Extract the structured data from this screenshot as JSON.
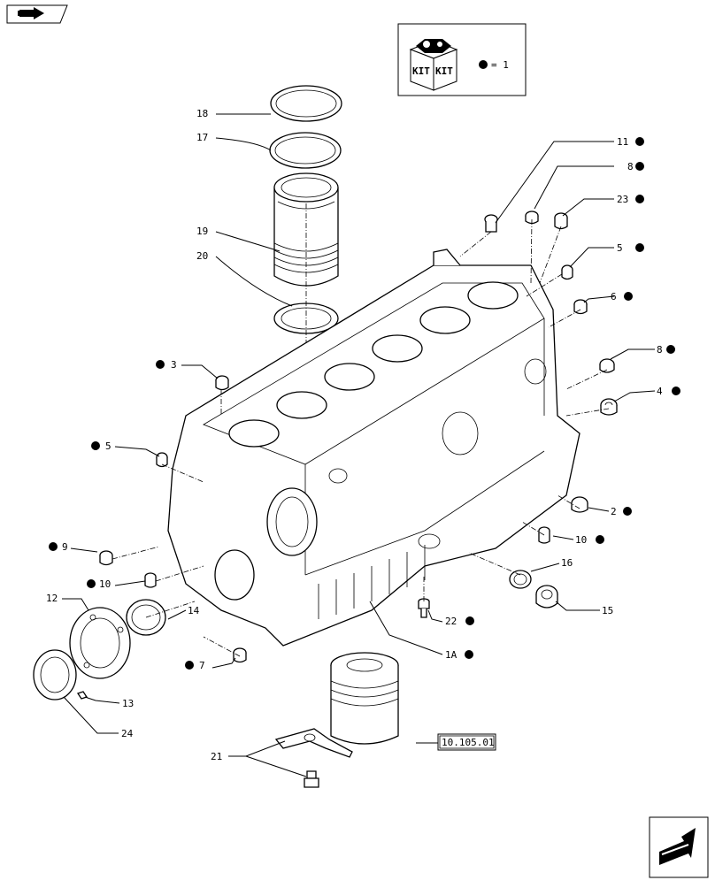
{
  "kit_legend": {
    "kit_label_left": "KIT",
    "kit_label_right": "KIT",
    "equals_text": "= 1"
  },
  "reference_box": "10.105.01",
  "callouts": [
    {
      "id": "18",
      "label": "18",
      "kit": false
    },
    {
      "id": "17",
      "label": "17",
      "kit": false
    },
    {
      "id": "19",
      "label": "19",
      "kit": false
    },
    {
      "id": "20",
      "label": "20",
      "kit": false
    },
    {
      "id": "11",
      "label": "11",
      "kit": true
    },
    {
      "id": "8a",
      "label": "8",
      "kit": true
    },
    {
      "id": "23",
      "label": "23",
      "kit": true
    },
    {
      "id": "5a",
      "label": "5",
      "kit": true
    },
    {
      "id": "6",
      "label": "6",
      "kit": true
    },
    {
      "id": "8b",
      "label": "8",
      "kit": true
    },
    {
      "id": "4",
      "label": "4",
      "kit": true
    },
    {
      "id": "3",
      "label": "3",
      "kit": true
    },
    {
      "id": "5b",
      "label": "5",
      "kit": true
    },
    {
      "id": "2",
      "label": "2",
      "kit": true
    },
    {
      "id": "10a",
      "label": "10",
      "kit": true
    },
    {
      "id": "9",
      "label": "9",
      "kit": true
    },
    {
      "id": "16",
      "label": "16",
      "kit": false
    },
    {
      "id": "10b",
      "label": "10",
      "kit": true
    },
    {
      "id": "12",
      "label": "12",
      "kit": false
    },
    {
      "id": "14",
      "label": "14",
      "kit": false
    },
    {
      "id": "15",
      "label": "15",
      "kit": false
    },
    {
      "id": "22",
      "label": "22",
      "kit": true
    },
    {
      "id": "1A",
      "label": "1A",
      "kit": true
    },
    {
      "id": "7",
      "label": "7",
      "kit": true
    },
    {
      "id": "13",
      "label": "13",
      "kit": false
    },
    {
      "id": "24",
      "label": "24",
      "kit": false
    },
    {
      "id": "21",
      "label": "21",
      "kit": false
    }
  ]
}
